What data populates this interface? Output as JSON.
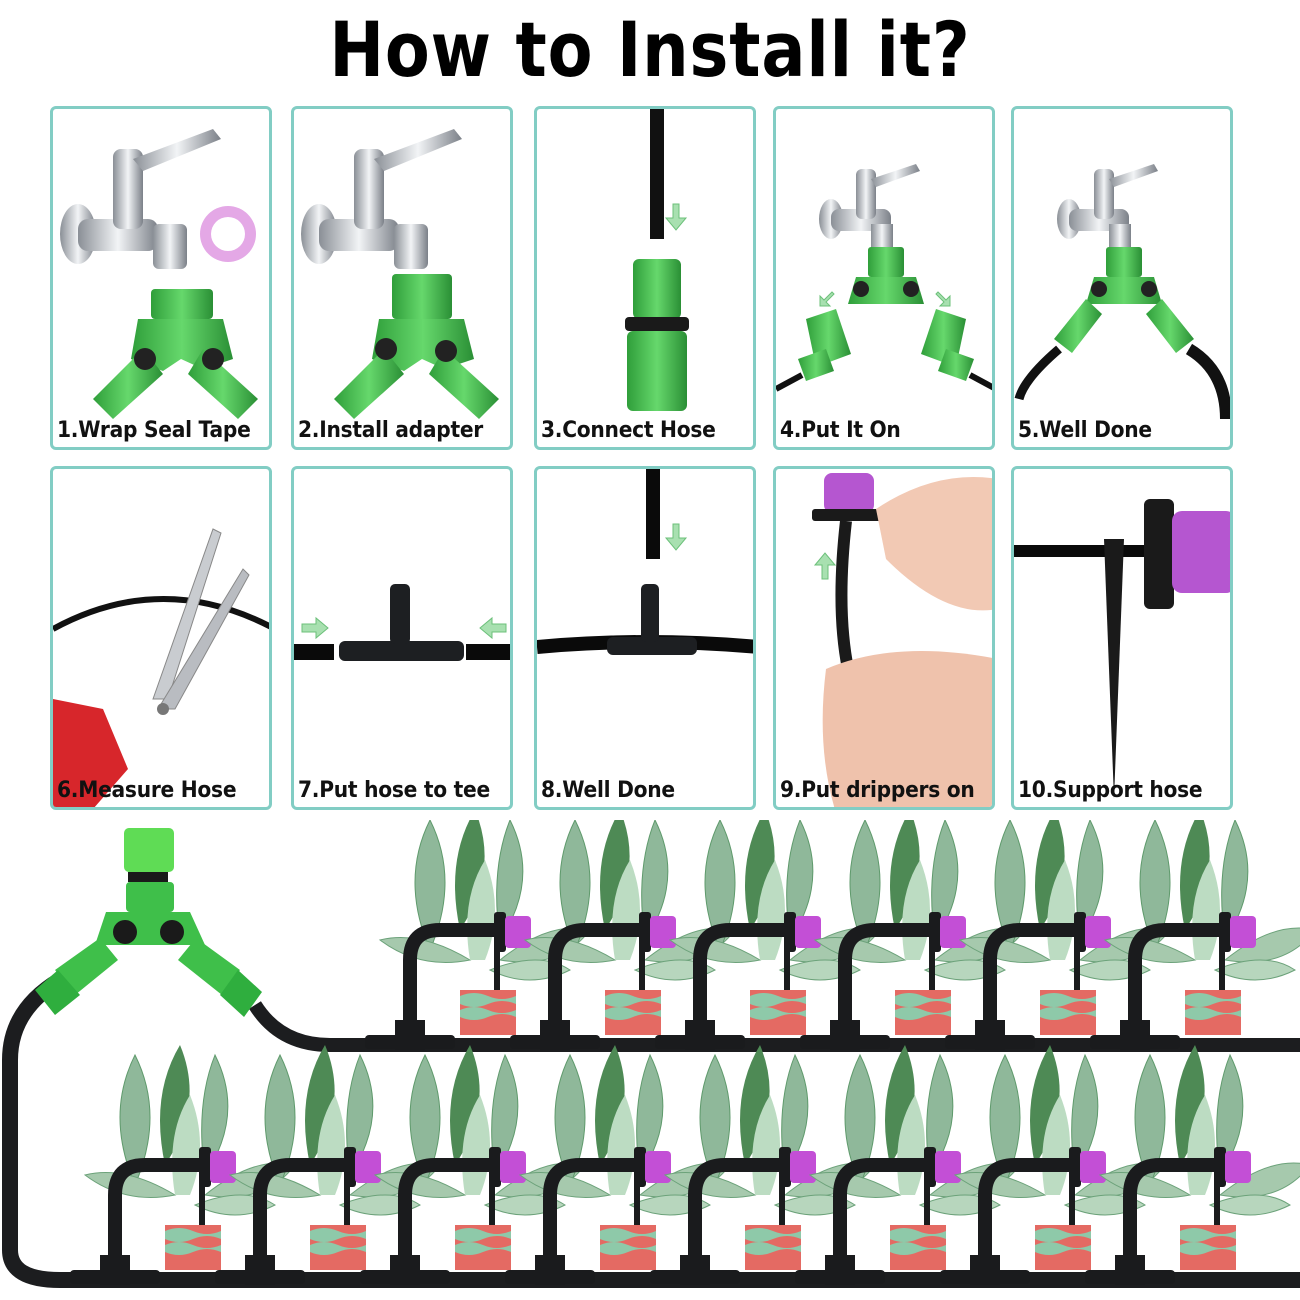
{
  "page": {
    "title": "How to Install it?",
    "accent_color": "#82cdc4",
    "fitting_green": "#3fbf4a",
    "dripper_purple": "#c34fd6",
    "pot_color": "#e46a63"
  },
  "steps": [
    {
      "number": 1,
      "label": "1.Wrap Seal Tape",
      "icon": "faucet-and-seal-tape"
    },
    {
      "number": 2,
      "label": "2.Install adapter",
      "icon": "faucet-with-y-adapter"
    },
    {
      "number": 3,
      "label": "3.Connect Hose",
      "icon": "hose-quick-connector"
    },
    {
      "number": 4,
      "label": "4.Put It On",
      "icon": "y-splitter-connectors"
    },
    {
      "number": 5,
      "label": "5.Well Done",
      "icon": "y-splitter-with-hoses"
    },
    {
      "number": 6,
      "label": "6.Measure Hose",
      "icon": "scissors-cutting-hose"
    },
    {
      "number": 7,
      "label": "7.Put hose to tee",
      "icon": "tee-connector-hoses"
    },
    {
      "number": 8,
      "label": "8.Well Done",
      "icon": "tee-connected"
    },
    {
      "number": 9,
      "label": "9.Put drippers on",
      "icon": "hands-inserting-dripper"
    },
    {
      "number": 10,
      "label": "10.Support hose",
      "icon": "stake-with-dripper"
    }
  ],
  "diagram": {
    "description": "Y-splitter feeding two drip lines of potted plants",
    "top_row_plants": 6,
    "bottom_row_plants": 8
  }
}
